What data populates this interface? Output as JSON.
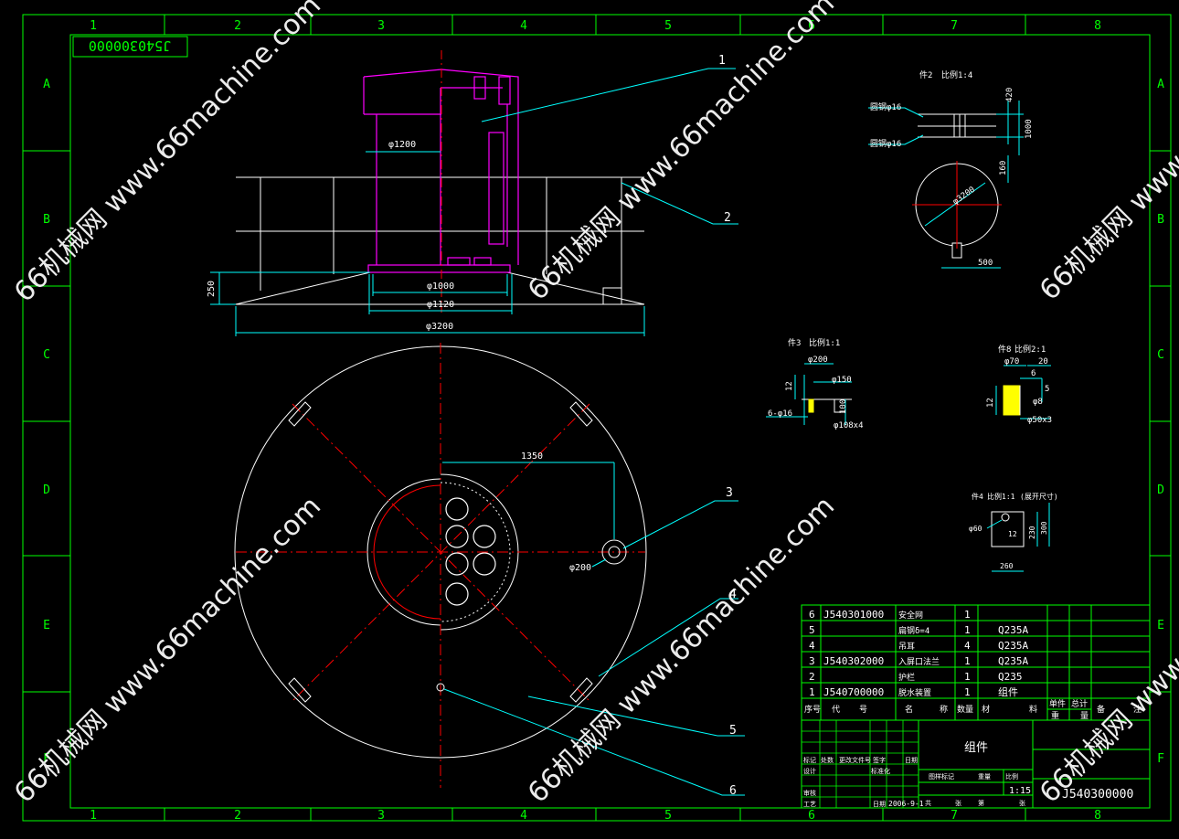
{
  "colors": {
    "background": "#000000",
    "frame": "#00ff00",
    "outline": "#ffffff",
    "dimension": "#00ffff",
    "centerline": "#ff0000",
    "part": "#ff00ff",
    "highlight": "#ffff00"
  },
  "drawing": {
    "code_top": "J540300000",
    "code_bottom": "J540300000",
    "title": "组件",
    "scale": "1:15",
    "date": "2006-9-1"
  },
  "grid": {
    "columns": [
      "1",
      "2",
      "3",
      "4",
      "5",
      "6",
      "7",
      "8"
    ],
    "rows": [
      "A",
      "B",
      "C",
      "D",
      "E",
      "F"
    ]
  },
  "callouts": [
    "1",
    "2",
    "3",
    "4",
    "5",
    "6"
  ],
  "dims": {
    "main_view": [
      "φ1200",
      "φ1000",
      "φ1120",
      "φ3200",
      "250"
    ],
    "plan_view": [
      "1350",
      "φ200"
    ],
    "detail2": [
      "件2",
      "比例1:4",
      "圆钢φ16",
      "圆钢φ16",
      "420",
      "1000",
      "160",
      "φ3200",
      "500"
    ],
    "detail3": [
      "件3",
      "比例1:1",
      "φ200",
      "φ150",
      "12",
      "6-φ16",
      "100",
      "φ108x4"
    ],
    "detail8": [
      "件8",
      "比例2:1",
      "φ70",
      "20",
      "6",
      "5",
      "φ8",
      "12",
      "φ50x3"
    ],
    "detail4": [
      "件4",
      "比例1:1",
      "(展开尺寸)",
      "φ60",
      "12",
      "230",
      "300",
      "260"
    ]
  },
  "bom": {
    "rows": [
      {
        "no": "6",
        "code": "J540301000",
        "name": "安全网",
        "qty": "1",
        "mat": ""
      },
      {
        "no": "5",
        "code": "",
        "name": "扁钢δ=4",
        "qty": "1",
        "mat": "Q235A"
      },
      {
        "no": "4",
        "code": "",
        "name": "吊耳",
        "qty": "4",
        "mat": "Q235A"
      },
      {
        "no": "3",
        "code": "J540302000",
        "name": "入屏口法兰",
        "qty": "1",
        "mat": "Q235A"
      },
      {
        "no": "2",
        "code": "",
        "name": "护栏",
        "qty": "1",
        "mat": "Q235"
      },
      {
        "no": "1",
        "code": "J540700000",
        "name": "脱水装置",
        "qty": "1",
        "mat": "组件"
      }
    ],
    "header": [
      "序号",
      "代",
      "号",
      "名",
      "称",
      "数量",
      "材",
      "料",
      "单件",
      "总计",
      "备",
      "注"
    ],
    "subheader": [
      "重",
      "量"
    ]
  },
  "title_block": {
    "labels": [
      "标记",
      "处数",
      "更改文件号",
      "签字",
      "日期",
      "设计",
      "标准化",
      "审核",
      "工艺",
      "日期",
      "图样标记",
      "重量",
      "比例",
      "共",
      "张",
      "第",
      "张"
    ]
  },
  "watermark": "66机械网 www.66machine.com"
}
